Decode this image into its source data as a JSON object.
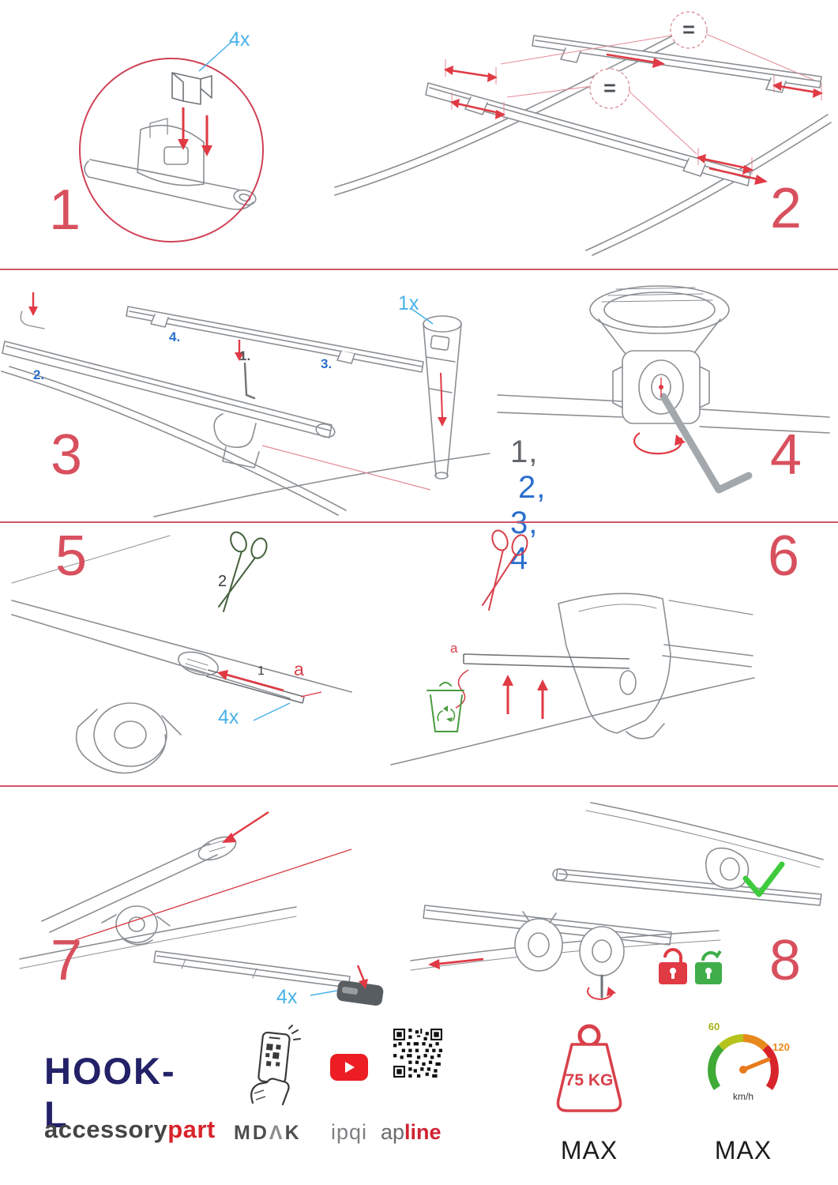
{
  "colors": {
    "step_number_red": "#d8505e",
    "accent_red": "#e03a44",
    "quantity_label_blue": "#48b2e8",
    "sequence_blue": "#2b6fce",
    "brand_navy": "#232168",
    "brand_red": "#d8232a",
    "success_green": "#3ecb3e",
    "lock_red": "#e03a44",
    "unlock_green": "#3fae49"
  },
  "steps": {
    "s1": {
      "number": "1",
      "qty": "4x"
    },
    "s2": {
      "number": "2",
      "equal": "="
    },
    "s3": {
      "number": "3",
      "qty": "1x",
      "sub1": "1.",
      "sub2": "2.",
      "sub3": "3.",
      "sub4": "4."
    },
    "s4": {
      "number": "4",
      "seq_gray": "1,",
      "seq_blue": "2, 3, 4"
    },
    "s5": {
      "number": "5",
      "qty": "4x",
      "cut_label": "2",
      "strip_label": "1",
      "strip_letter": "a"
    },
    "s6": {
      "number": "6",
      "strip_letter": "a"
    },
    "s7": {
      "number": "7",
      "qty": "4x"
    },
    "s8": {
      "number": "8"
    }
  },
  "footer": {
    "product": "HOOK-L",
    "brand_gray": "accessory",
    "brand_red": "part",
    "mdak_md": "MD",
    "mdak_a": "Λ",
    "mdak_k": "K",
    "ipqi": "ipqi",
    "ap": "ap",
    "line": "line",
    "weight_value": "75 KG",
    "weight_max": "MAX",
    "speed_low": "60",
    "speed_high": "120",
    "speed_unit": "km/h",
    "speed_max": "MAX"
  }
}
